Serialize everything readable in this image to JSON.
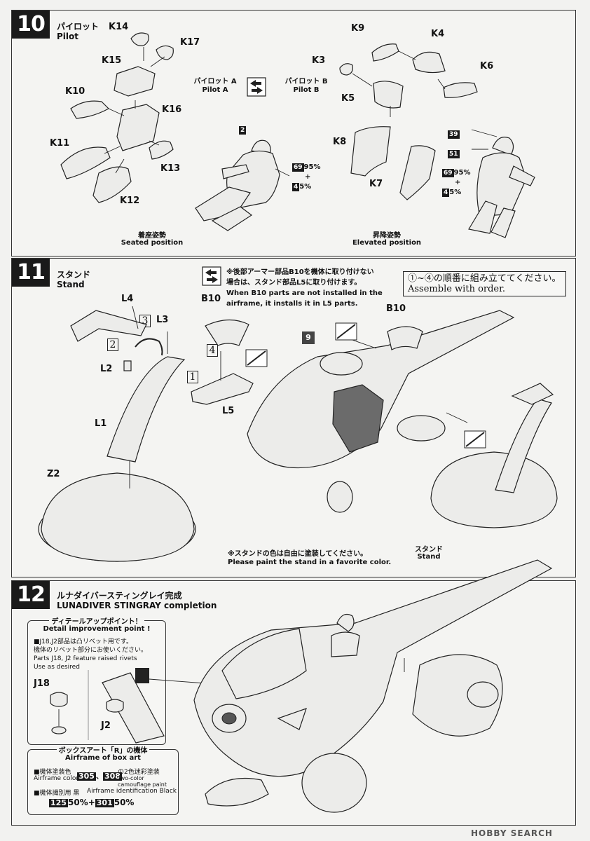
{
  "step10": {
    "number": "10",
    "title_jp": "パイロット",
    "title_en": "Pilot",
    "parts": [
      "K14",
      "K17",
      "K15",
      "K10",
      "K16",
      "K11",
      "K13",
      "K12"
    ],
    "parts_b": [
      "K9",
      "K4",
      "K3",
      "K6",
      "K5",
      "K8",
      "K7"
    ],
    "pilot_a_jp": "パイロット A",
    "pilot_a_en": "Pilot A",
    "pilot_b_jp": "パイロット B",
    "pilot_b_en": "Pilot B",
    "pilot_a_color_main": "2",
    "pilot_a_mix_1": "69",
    "pilot_a_mix_1_pct": "95%",
    "pilot_a_plus": "+",
    "pilot_a_mix_2": "4",
    "pilot_a_mix_2_pct": "5%",
    "pilot_b_color_1": "39",
    "pilot_b_color_2": "51",
    "pilot_b_mix_1": "69",
    "pilot_b_mix_1_pct": "95%",
    "pilot_b_plus": "+",
    "pilot_b_mix_2": "4",
    "pilot_b_mix_2_pct": "5%",
    "seated_jp": "着座姿勢",
    "seated_en": "Seated position",
    "elevated_jp": "昇降姿勢",
    "elevated_en": "Elevated position"
  },
  "step11": {
    "number": "11",
    "title_jp": "スタンド",
    "title_en": "Stand",
    "note_jp_1": "※後部アーマー部品B10を機体に取り付けない",
    "note_jp_2": "場合は、スタンド部品L5に取り付けます。",
    "note_en_1": "When B10 parts are not installed in the",
    "note_en_2": "airframe, it installs it in L5 parts.",
    "order_jp": "①~④の順番に組み立ててください。",
    "order_en": "Assemble with order.",
    "parts": [
      "L4",
      "L3",
      "B10",
      "L2",
      "L5",
      "L1",
      "Z2",
      "B10"
    ],
    "seq": [
      "1",
      "2",
      "3",
      "4"
    ],
    "ref_step": "9",
    "paint_note_jp": "※スタンドの色は自由に塗装してください。",
    "paint_note_en": "Please paint the stand in a favorite color.",
    "stand_jp": "スタンド",
    "stand_en": "Stand"
  },
  "step12": {
    "number": "12",
    "title_jp": "ルナダイバースティングレイ完成",
    "title_en": "LUNADIVER STINGRAY completion",
    "detail_title_jp": "ディテールアップポイント！",
    "detail_title_en": "Detail improvement point !",
    "detail_jp_1": "■J18,J2部品は凸リベット用です。",
    "detail_jp_2": "機体のリベット部分にお使いください。",
    "detail_en_1": "Parts J18, J2 feature raised rivets",
    "detail_en_2": "Use as desired",
    "part_j18": "J18",
    "part_j2": "J2",
    "boxart_title_jp": "ボックスアート「R」の機体",
    "boxart_title_en": "Airframe of box art",
    "airframe_color_jp": "■機体塗装色",
    "airframe_color_en": "Airframe color",
    "color_a": "305",
    "sep": "、",
    "color_b": "308",
    "camo_jp": "の2色迷彩塗装",
    "camo_en": "Two-color camouflage paint",
    "ident_jp": "■機体識別用 黒",
    "ident_en": "Airframe identification Black",
    "mix_a": "125",
    "mix_a_pct": "50%",
    "mix_plus": "+",
    "mix_b": "301",
    "mix_b_pct": "50%"
  },
  "watermark": "HOBBY SEARCH"
}
